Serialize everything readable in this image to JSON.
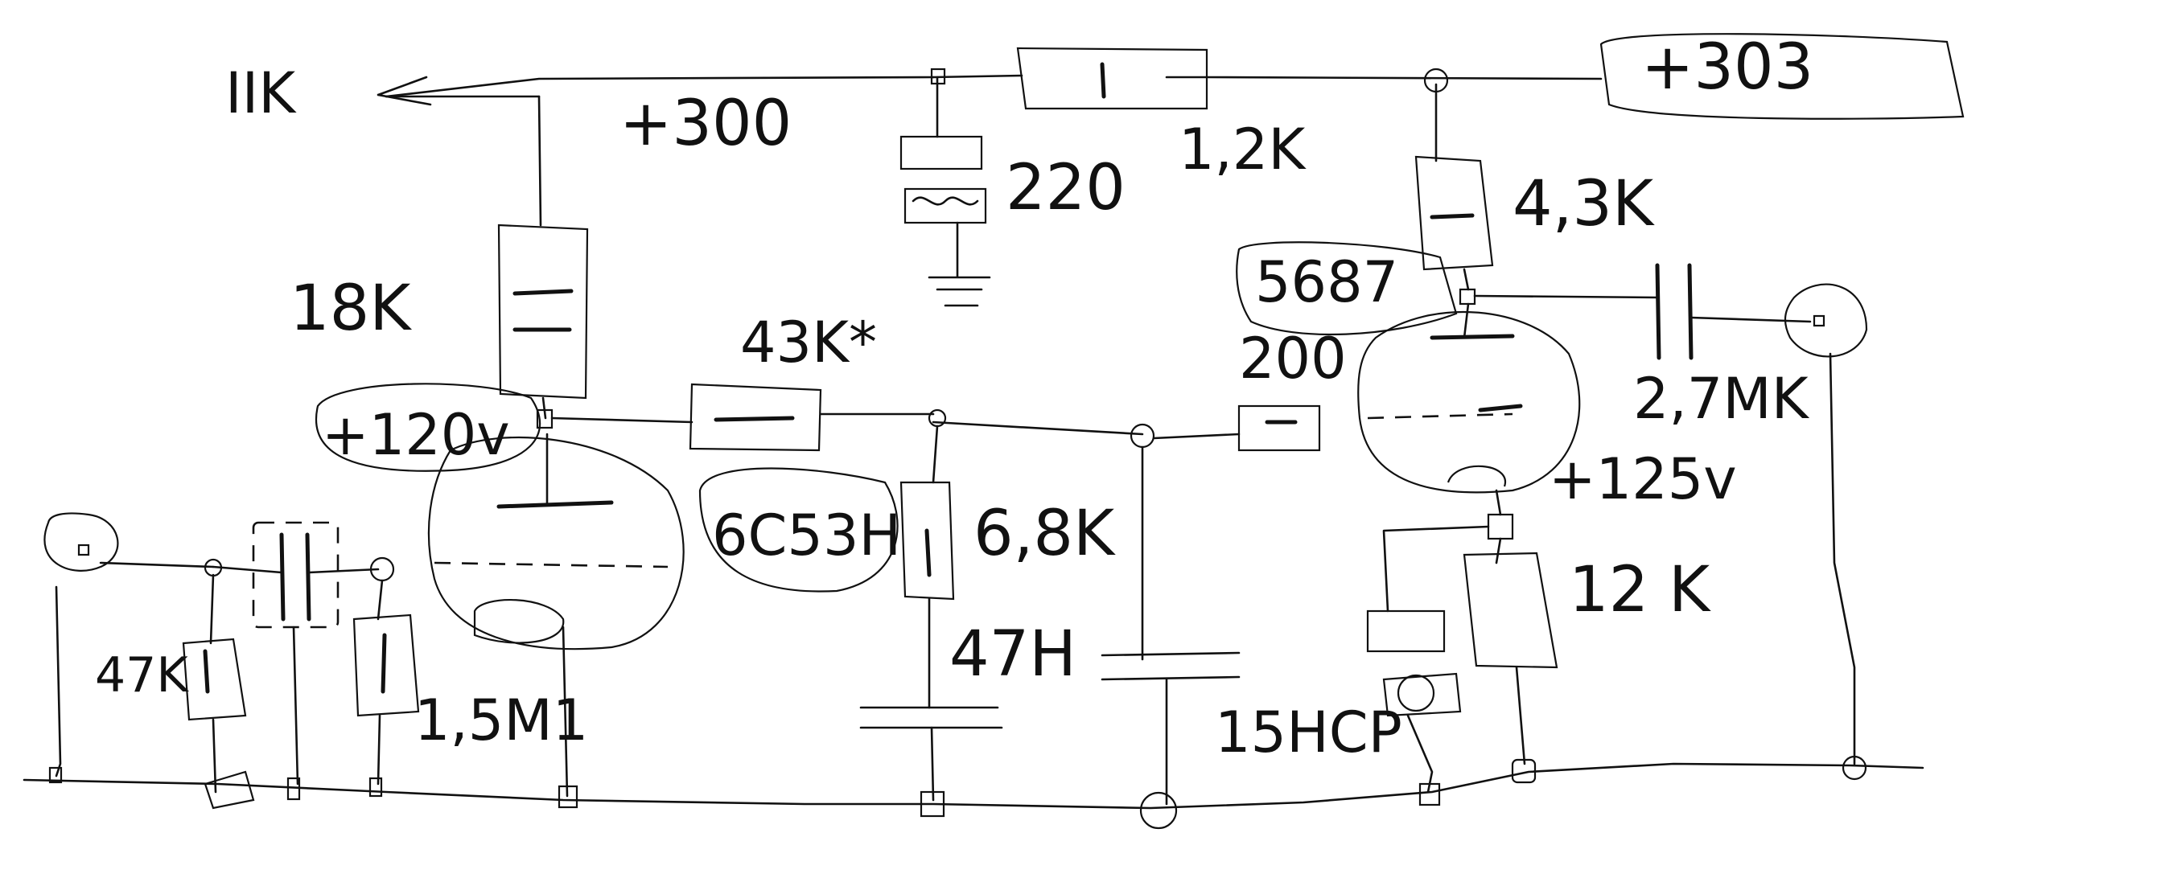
{
  "labels": {
    "out_arrow": "IIK",
    "supply_left": "+300",
    "supply_right": "+303",
    "r_12k": "1,2K",
    "r_220": "220",
    "r_18k": "18K",
    "r_43k": "43K*",
    "v_120": "+120v",
    "tube_left": "6C53H",
    "r_68k": "6,8K",
    "c_47h": "47H",
    "r_15m": "1,5M1",
    "r_47k": "47K",
    "r_43k_right": "4,3K",
    "tube_right": "5687",
    "r_200": "200",
    "c_27mk": "2,7MK",
    "v_125": "+125v",
    "r_12k_b": "12 K",
    "c_15hcp": "15HCP"
  }
}
